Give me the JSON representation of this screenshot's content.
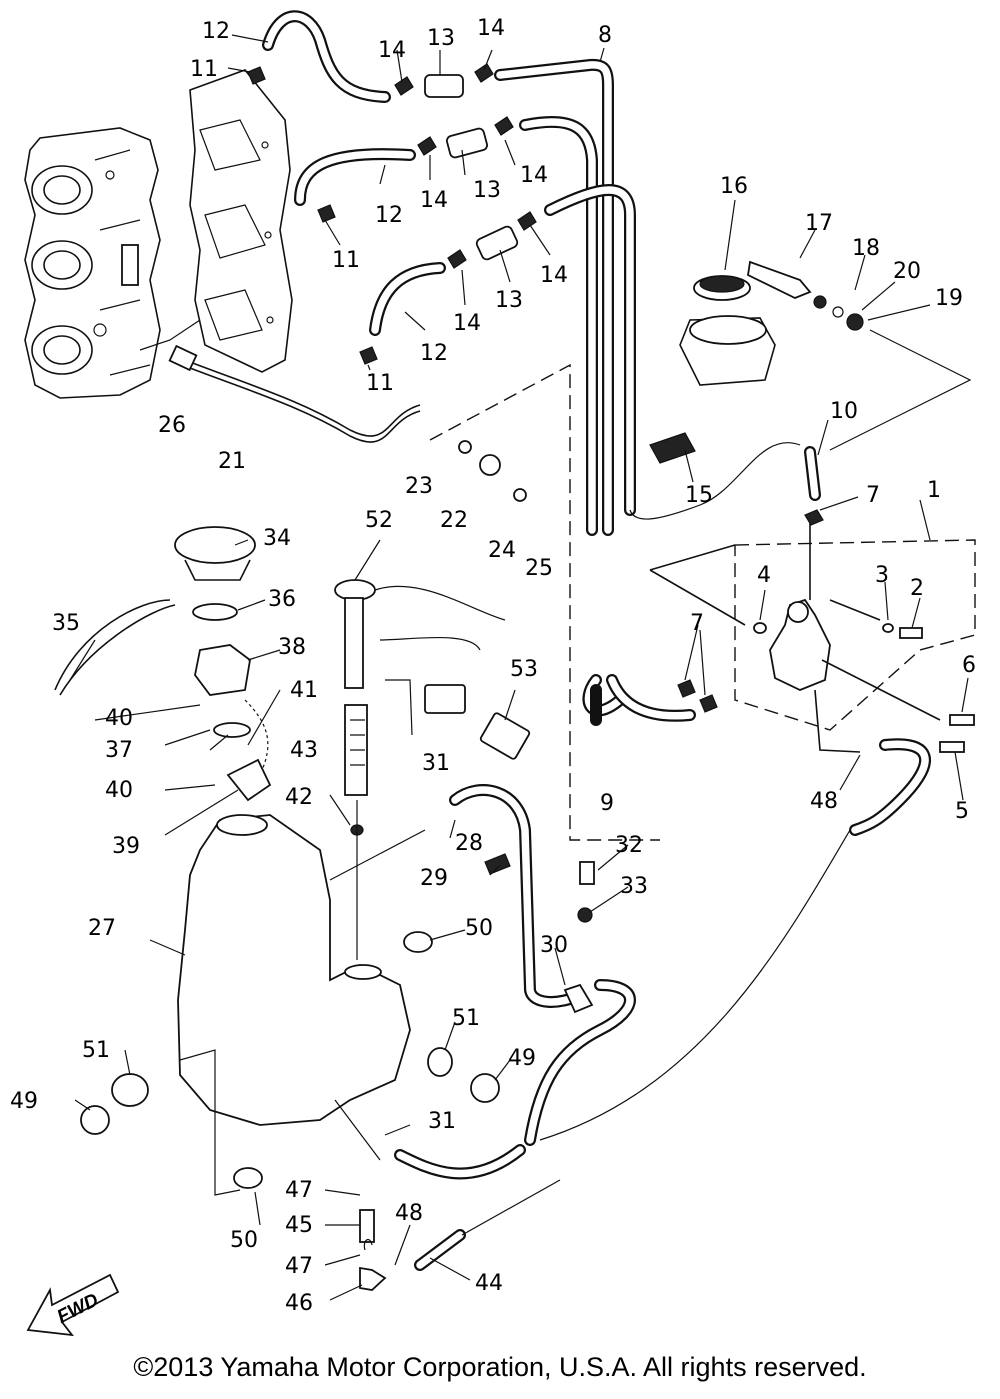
{
  "diagram": {
    "labels": [
      "1",
      "2",
      "3",
      "4",
      "5",
      "6",
      "7",
      "7",
      "8",
      "9",
      "10",
      "11",
      "11",
      "11",
      "12",
      "12",
      "12",
      "13",
      "13",
      "13",
      "14",
      "14",
      "14",
      "14",
      "14",
      "14",
      "15",
      "16",
      "17",
      "18",
      "19",
      "20",
      "21",
      "22",
      "23",
      "24",
      "25",
      "26",
      "27",
      "28",
      "29",
      "30",
      "31",
      "31",
      "32",
      "33",
      "34",
      "35",
      "36",
      "37",
      "38",
      "39",
      "40",
      "40",
      "41",
      "42",
      "43",
      "44",
      "45",
      "46",
      "47",
      "47",
      "48",
      "48",
      "49",
      "49",
      "50",
      "50",
      "51",
      "51",
      "52",
      "53"
    ],
    "fwd_label": "FWD"
  },
  "footer": {
    "copyright": "©2013 Yamaha Motor Corporation, U.S.A. All rights reserved."
  }
}
